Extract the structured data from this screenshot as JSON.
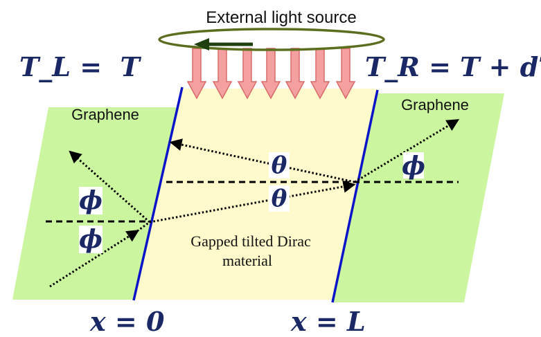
{
  "labels": {
    "light_source": "External light source",
    "graphene_left": "Graphene",
    "graphene_right": "Graphene",
    "material_line1": "Gapped tilted Dirac",
    "material_line2": "material",
    "temp_left": "T_L =  T",
    "temp_right": "T_R = T + dT",
    "pos_left": "x = 0",
    "pos_right": "x = L",
    "phi": "ϕ",
    "theta": "θ"
  },
  "colors": {
    "graphene": "#ccf5a0",
    "material": "#fffacc",
    "interface": "#0a14c8",
    "light_arrow": "#f4a0a0",
    "light_arrow_edge": "#d96a6a",
    "ring": "#5a6e1e",
    "navy": "#1a2866"
  }
}
